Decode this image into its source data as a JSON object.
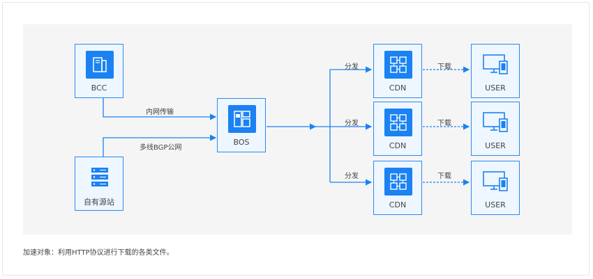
{
  "nodes": {
    "bcc": {
      "label": "BCC"
    },
    "origin": {
      "label": "自有源站"
    },
    "bos": {
      "label": "BOS"
    },
    "cdn": [
      {
        "label": "CDN"
      },
      {
        "label": "CDN"
      },
      {
        "label": "CDN"
      }
    ],
    "user": [
      {
        "label": "USER"
      },
      {
        "label": "USER"
      },
      {
        "label": "USER"
      }
    ]
  },
  "edges": {
    "bcc_to_bos": "内网传输",
    "origin_to_bos": "多线BGP公网",
    "distribute": [
      "分发",
      "分发",
      "分发"
    ],
    "download": [
      "下载",
      "下载",
      "下载"
    ]
  },
  "caption": "加速对象：利用HTTP协议进行下载的各类文件。",
  "colors": {
    "accent": "#1a82f2",
    "node_border": "#2b8aef",
    "node_fill": "#eef6ff",
    "canvas": "#f5f5f5"
  },
  "icons": {
    "bcc": "server-icon",
    "origin": "server-rack-icon",
    "bos": "storage-icon",
    "cdn": "grid-network-icon",
    "user": "monitor-phone-icon"
  }
}
